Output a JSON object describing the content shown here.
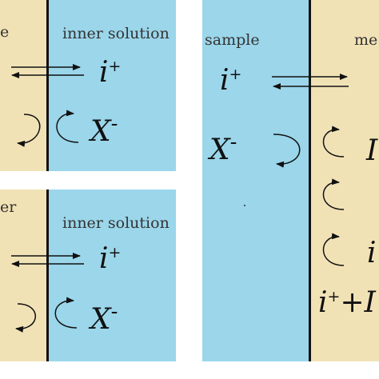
{
  "panel_top_left": {
    "left_label": "e",
    "right_label": "inner solution",
    "cation": "i",
    "cation_charge": "+",
    "anion": "X",
    "anion_charge": "-"
  },
  "panel_bottom_left": {
    "left_label": "er",
    "right_label": "inner solution",
    "cation": "i",
    "cation_charge": "+",
    "anion": "X",
    "anion_charge": "-"
  },
  "panel_right": {
    "left_label": "sample",
    "right_label": "me",
    "cation": "i",
    "cation_charge": "+",
    "anion": "X",
    "anion_charge": "-",
    "membrane_species_1": "I",
    "membrane_species_2": "i",
    "complex_prefix": "i",
    "complex_charge": "+",
    "complex_suffix": "+I"
  },
  "colors": {
    "membrane": "#f1e2b6",
    "solution": "#9bd6ea",
    "interface": "#111111"
  }
}
